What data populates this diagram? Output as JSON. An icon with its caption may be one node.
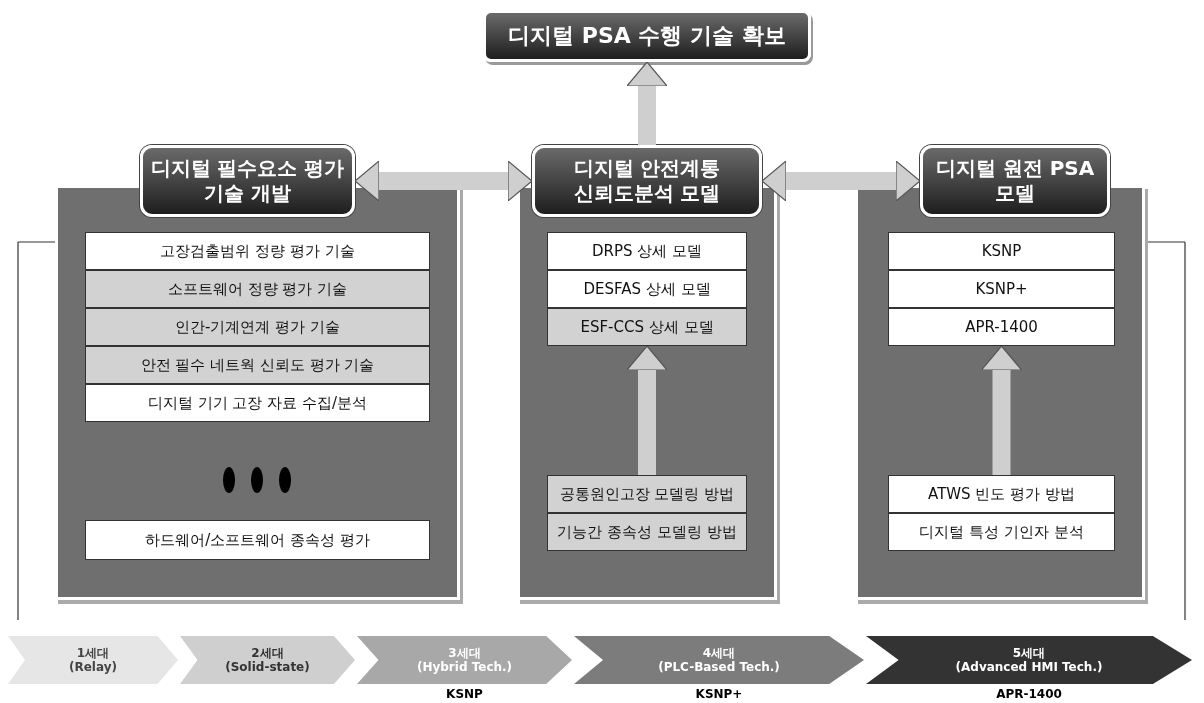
{
  "diagram": {
    "nodes": [
      {
        "text": [
          "디지털 PSA 수행 기술 확보"
        ]
      },
      {
        "text": [
          "디지털 필수요소 평가 기술 개발"
        ]
      },
      {
        "text": [
          "고장검출범위 정량 평가 기술"
        ],
        "in": 1
      },
      {
        "text": [
          "소프트웨어 정량 평가 기술"
        ],
        "in": 1
      },
      {
        "text": [
          "인간-기계연계 평가 기술"
        ],
        "in": 1
      },
      {
        "text": [
          "안전 필수 네트웍 신뢰도 평가 기술"
        ],
        "in": 1
      },
      {
        "text": [
          "디지털 기기 고장 자료 수집/분석"
        ],
        "in": 1
      },
      {
        "text": [
          "하드웨어/소프트웨어 종속성 평가"
        ],
        "in": 1
      },
      {
        "text": [
          "디지털 안전계통 신뢰도분석 모델"
        ]
      },
      {
        "text": [
          "DRPS 상세 모델"
        ],
        "in": 8
      },
      {
        "text": [
          "DESFAS 상세 모델"
        ],
        "in": 8
      },
      {
        "text": [
          "ESF-CCS 상세 모델"
        ],
        "in": 8
      },
      {
        "text": [
          "공통원인고장 모델링 방법"
        ],
        "in": 8
      },
      {
        "text": [
          "기능간 종속성 모델링 방법"
        ],
        "in": 8
      },
      {
        "text": [
          "디지털 원전 PSA 모델"
        ]
      },
      {
        "text": [
          "KSNP"
        ],
        "in": 14
      },
      {
        "text": [
          "KSNP+"
        ],
        "in": 14
      },
      {
        "text": [
          "APR-1400"
        ],
        "in": 14
      },
      {
        "text": [
          "ATWS 빈도 평가 방법"
        ],
        "in": 14
      },
      {
        "text": [
          "디지털 특성 기인자 분석"
        ],
        "in": 14
      },
      {
        "text": [
          "1세대",
          "(Relay)"
        ]
      },
      {
        "text": [
          "2세대",
          "(Solid-state)"
        ]
      },
      {
        "text": [
          "3세대",
          "(Hybrid Tech.)"
        ],
        "beside": [
          "KSNP"
        ]
      },
      {
        "text": [
          "4세대",
          "(PLC-Based Tech.)"
        ],
        "beside": [
          "KSNP+"
        ]
      },
      {
        "text": [
          "5세대",
          "(Advanced HMI Tech.)"
        ],
        "beside": [
          "APR-1400"
        ]
      }
    ],
    "edges": [
      {
        "from": 8,
        "to": 0,
        "arrow": "to"
      },
      {
        "from": 1,
        "to": 8,
        "arrow": "both"
      },
      {
        "from": 8,
        "to": 14,
        "arrow": "both"
      },
      {
        "from": 12,
        "to": 11,
        "arrow": "to"
      },
      {
        "from": 18,
        "to": 17,
        "arrow": "to"
      }
    ]
  }
}
